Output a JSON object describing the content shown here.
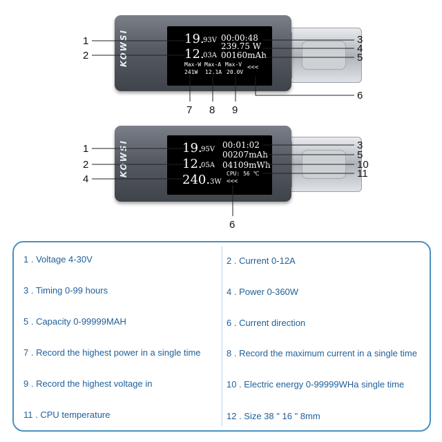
{
  "device1": {
    "brand": "KOWSI",
    "voltage": "19.",
    "voltage_dec": "93V",
    "current": "12.",
    "current_dec": "03A",
    "time": "00:00:48",
    "power": "239.75 W",
    "capacity": "00160mAh",
    "max_labels": [
      "Max-W",
      "Max-A",
      "Max-V"
    ],
    "max_values": [
      "241W",
      "12.1A",
      "20.0V"
    ],
    "direction": "<<<",
    "callouts": [
      "1",
      "2",
      "3",
      "4",
      "5",
      "6",
      "7",
      "8",
      "9"
    ]
  },
  "device2": {
    "brand": "KOWSI",
    "voltage": "19.",
    "voltage_dec": "95V",
    "current": "12.",
    "current_dec": "05A",
    "power": "240.",
    "power_dec": "3W",
    "time": "00:01:02",
    "capacity": "00207mAh",
    "energy": "04109mWh",
    "cpu": "CPU: 56 ℃",
    "direction": "<<<",
    "callouts": [
      "1",
      "2",
      "4",
      "3",
      "5",
      "10",
      "11",
      "6"
    ]
  },
  "legend": [
    "1 . Voltage 4-30V",
    "2 . Current 0-12A",
    "3 . Timing 0-99 hours",
    "4 . Power 0-360W",
    "5 . Capacity 0-99999MAH",
    "6 . Current direction",
    "7 . Record the highest power in a single time",
    "8 . Record the maximum current in a single time",
    "9 . Record the highest voltage in",
    "10 . Electric energy 0-99999WHa single time",
    "11 . CPU temperature",
    "12 . Size 38 \" 16 \" 8mm"
  ],
  "colors": {
    "legend_text": "#1f5f98",
    "legend_border": "#4a8fc0",
    "body": "#555a62"
  }
}
